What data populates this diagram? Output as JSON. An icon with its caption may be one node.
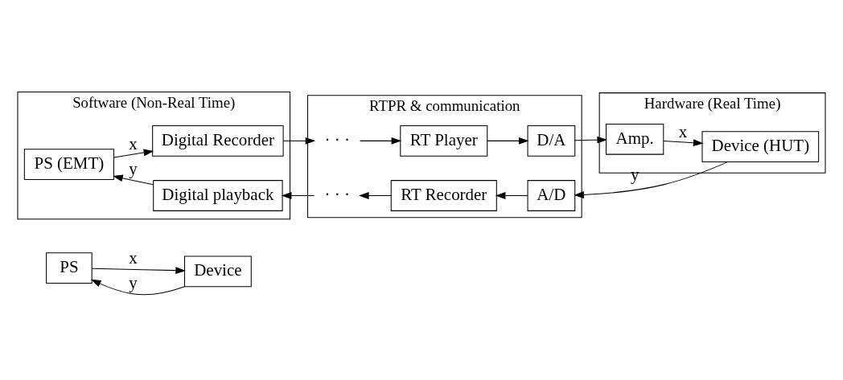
{
  "diagram": {
    "nodes": [
      {
        "text": [
          "PS"
        ]
      },
      {
        "text": [
          "Device"
        ]
      },
      {
        "text": [
          "Software (Non-Real Time)"
        ]
      },
      {
        "text": [
          "PS (EMT)"
        ],
        "in": 2
      },
      {
        "text": [
          "Digital Recorder"
        ],
        "in": 2
      },
      {
        "text": [
          "Digital playback"
        ],
        "in": 2
      },
      {
        "text": [
          "RTPR & communication"
        ]
      },
      {
        "text": [
          "· · ·"
        ],
        "in": 6
      },
      {
        "text": [
          "RT Player"
        ],
        "in": 6
      },
      {
        "text": [
          "D/A"
        ],
        "in": 6
      },
      {
        "text": [
          "· · ·"
        ],
        "in": 6
      },
      {
        "text": [
          "RT Recorder"
        ],
        "in": 6
      },
      {
        "text": [
          "A/D"
        ],
        "in": 6
      },
      {
        "text": [
          "Hardware (Real Time)"
        ]
      },
      {
        "text": [
          "Amp."
        ],
        "in": 13
      },
      {
        "text": [
          "Device (HUT)"
        ],
        "in": 13
      }
    ],
    "edges": [
      {
        "from": 0,
        "to": 1,
        "arrow": "to",
        "label": "x"
      },
      {
        "from": 1,
        "to": 0,
        "arrow": "to",
        "label": "y"
      },
      {
        "from": 3,
        "to": 4,
        "arrow": "to",
        "label": "x"
      },
      {
        "from": 4,
        "to": 7,
        "arrow": "to"
      },
      {
        "from": 7,
        "to": 8,
        "arrow": "to"
      },
      {
        "from": 8,
        "to": 9,
        "arrow": "to"
      },
      {
        "from": 9,
        "to": 14,
        "arrow": "to"
      },
      {
        "from": 14,
        "to": 15,
        "arrow": "to",
        "label": "x"
      },
      {
        "from": 15,
        "to": 12,
        "arrow": "to",
        "label": "y"
      },
      {
        "from": 12,
        "to": 11,
        "arrow": "to"
      },
      {
        "from": 11,
        "to": 10,
        "arrow": "to"
      },
      {
        "from": 10,
        "to": 5,
        "arrow": "to"
      },
      {
        "from": 5,
        "to": 3,
        "arrow": "to",
        "label": "y"
      }
    ]
  }
}
